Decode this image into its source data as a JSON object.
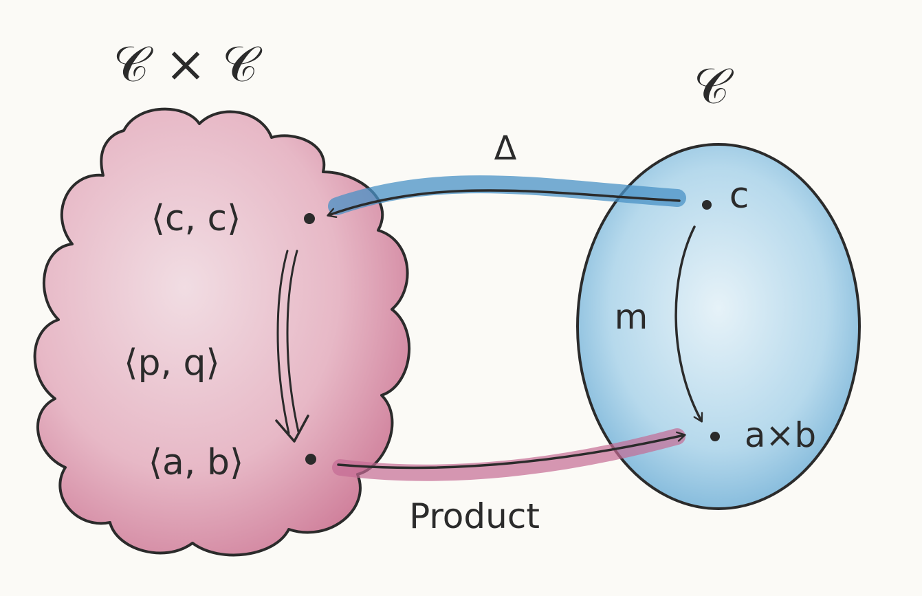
{
  "left_category": {
    "label": "𝒞 × 𝒞",
    "top_object": "⟨c, c⟩",
    "morphism": "⟨p, q⟩",
    "bottom_object": "⟨a, b⟩",
    "fill_color": "#e6a9bd"
  },
  "right_category": {
    "label": "𝒞",
    "top_object": "c",
    "morphism": "m",
    "bottom_object": "a×b",
    "fill_color": "#9fcbe6"
  },
  "functors": {
    "diagonal": {
      "label": "Δ",
      "color": "#3f87bd"
    },
    "product": {
      "label": "Product",
      "color": "#c06a90"
    }
  },
  "ink_color": "#2b2b2b"
}
